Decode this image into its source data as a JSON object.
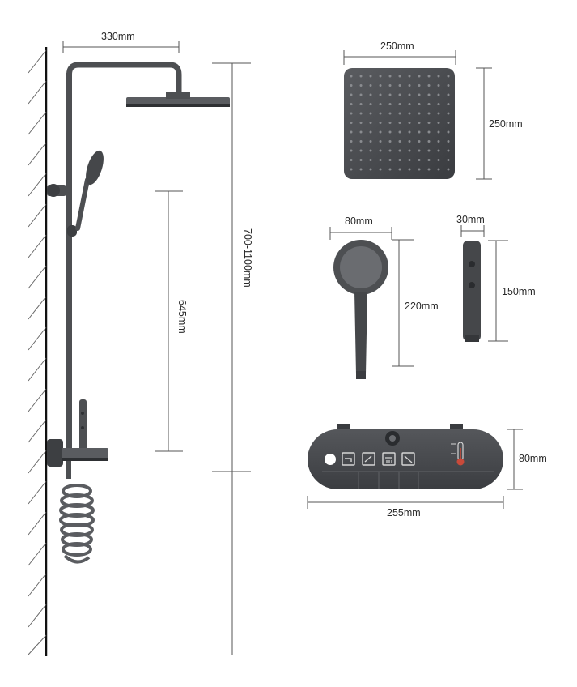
{
  "dimensions": {
    "shower_arm_width": "330mm",
    "slide_bar_height": "645mm",
    "adjustable_height": "700-1100mm",
    "head_width": "250mm",
    "head_height": "250mm",
    "handheld_width": "80mm",
    "handheld_height": "220mm",
    "body_width": "30mm",
    "body_height": "150mm",
    "panel_height": "80mm",
    "panel_width": "255mm"
  },
  "icons": {
    "panel_buttons": [
      "faucet-icon",
      "handheld-icon",
      "rain-head-icon",
      "spout-icon"
    ],
    "thermometer": "thermometer-icon"
  },
  "colors": {
    "metal": "#4d4f52",
    "metal_dark": "#2e3033",
    "dimension_line": "#555555",
    "wall_hatch": "#666666"
  }
}
